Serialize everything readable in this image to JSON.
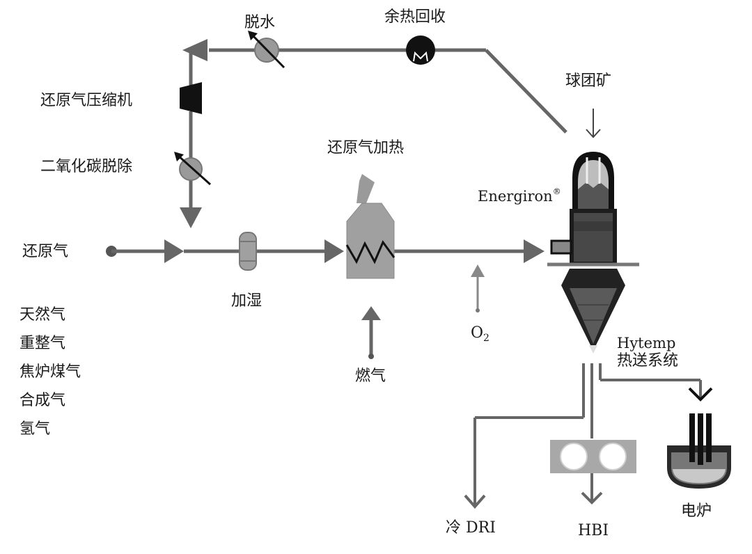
{
  "labels": {
    "dewater": "脱水",
    "heat_recovery": "余热回收",
    "compressor": "还原气压缩机",
    "co2_removal": "二氧化碳脱除",
    "reducing_gas": "还原气",
    "humidify": "加湿",
    "gas_heating": "还原气加热",
    "fuel_gas": "燃气",
    "oxygen_o": "O",
    "oxygen_sub": "2",
    "pellet_ore": "球团矿",
    "reactor": "Energiron",
    "reactor_mark": "®",
    "hytemp_line1": "Hytemp",
    "hytemp_line2": "热送系统",
    "cold_dri": "冷 DRI",
    "hbi": "HBI",
    "eaf": "电炉"
  },
  "gas_sources": [
    "天然气",
    "重整气",
    "焦炉煤气",
    "合成气",
    "氢气"
  ],
  "colors": {
    "line": "#666666",
    "dark": "#111111",
    "mid": "#888888",
    "light": "#a8a8a8",
    "label": "#1a1a1a"
  }
}
